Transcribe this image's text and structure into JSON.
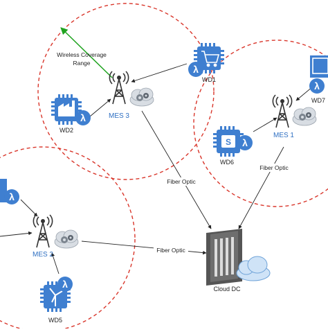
{
  "labels": {
    "wireless_coverage": "Wireless Coverage",
    "range": "Range",
    "mes1": "MES 1",
    "mes2": "MES 2",
    "mes3": "MES 3",
    "wd1": "WD1",
    "wd2": "WD2",
    "wd5": "WD5",
    "wd6": "WD6",
    "wd7": "WD7",
    "fiber_optic": "Fiber Optic",
    "cloud_dc": "Cloud DC"
  },
  "colors": {
    "device_blue": "#3f7fd0",
    "coverage_red": "#d9362b",
    "range_green": "#1fa31f",
    "mes_label_blue": "#2e6fc2",
    "server_gray": "#6a6a6a",
    "cloud_blue": "#cfe3f7"
  },
  "icons": {
    "lambda": "lambda-icon",
    "chip": "chip-icon",
    "tower": "antenna-tower-icon",
    "cloud": "cloud-icon",
    "server": "server-rack-icon",
    "cart": "shopping-cart-icon",
    "factory": "factory-icon",
    "turbine": "wind-turbine-icon",
    "display": "display-icon"
  }
}
